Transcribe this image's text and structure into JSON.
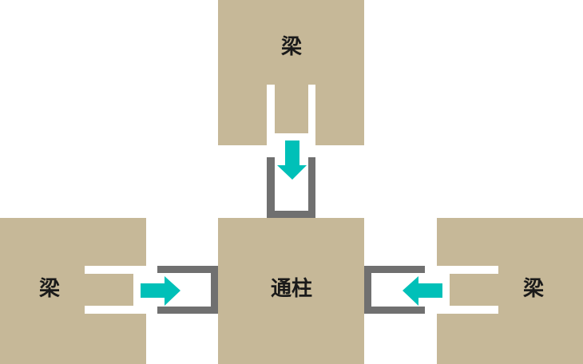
{
  "labels": {
    "beam_top": "梁",
    "beam_left": "梁",
    "beam_right": "梁",
    "post": "通柱"
  },
  "colors": {
    "wood": "#c6b898",
    "bracket": "#707070",
    "arrow": "#00c0b8",
    "background": "#ffffff"
  }
}
